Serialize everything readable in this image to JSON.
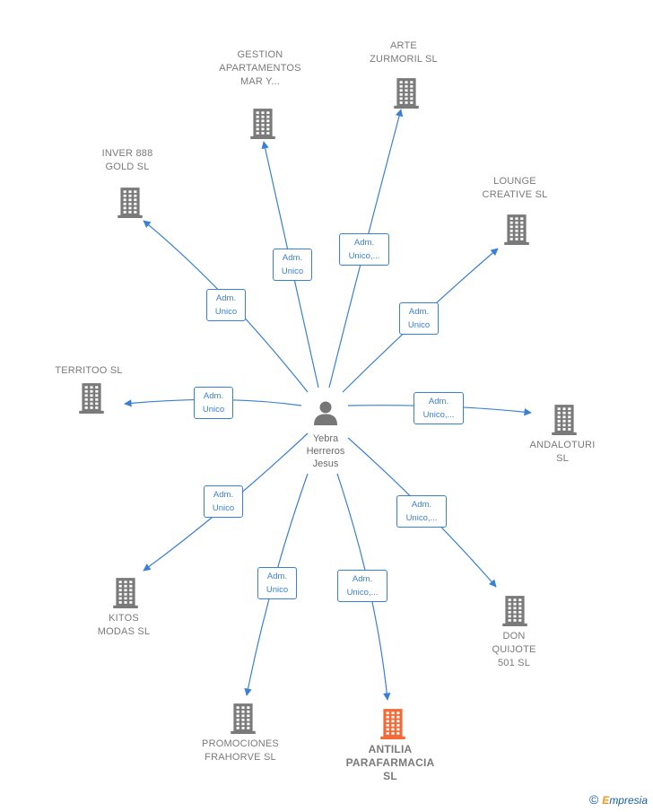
{
  "center": {
    "name": "Yebra\nHerreros\nJesus",
    "icon": "person-icon"
  },
  "companies": [
    {
      "id": "arte",
      "label": "ARTE\nZURMORIL  SL",
      "role": "Adm.\nUnico,...",
      "highlight": false
    },
    {
      "id": "gestion",
      "label": "GESTION\nAPARTAMENTOS\nMAR Y...",
      "role": "Adm.\nUnico",
      "highlight": false
    },
    {
      "id": "inver",
      "label": "INVER 888\nGOLD  SL",
      "role": "Adm.\nUnico",
      "highlight": false
    },
    {
      "id": "lounge",
      "label": "LOUNGE\nCREATIVE SL",
      "role": "Adm.\nUnico",
      "highlight": false
    },
    {
      "id": "territoo",
      "label": "TERRITOO  SL",
      "role": "Adm.\nUnico",
      "highlight": false
    },
    {
      "id": "andaloturi",
      "label": "ANDALOTURI\nSL",
      "role": "Adm.\nUnico,...",
      "highlight": false
    },
    {
      "id": "kitos",
      "label": "KITOS\nMODAS SL",
      "role": "Adm.\nUnico",
      "highlight": false
    },
    {
      "id": "donquijote",
      "label": "DON\nQUIJOTE\n501  SL",
      "role": "Adm.\nUnico,...",
      "highlight": false
    },
    {
      "id": "promociones",
      "label": "PROMOCIONES\nFRAHORVE SL",
      "role": "Adm.\nUnico",
      "highlight": false
    },
    {
      "id": "antilia",
      "label": "ANTILIA\nPARAFARMACIA\nSL",
      "role": "Adm.\nUnico,...",
      "highlight": true
    }
  ],
  "colors": {
    "edge": "#3a7fd6",
    "building": "#7a7a7a",
    "highlight": "#f26a35"
  },
  "footer": {
    "copyright": "©",
    "brand_initial": "E",
    "brand_rest": "mpresia"
  }
}
